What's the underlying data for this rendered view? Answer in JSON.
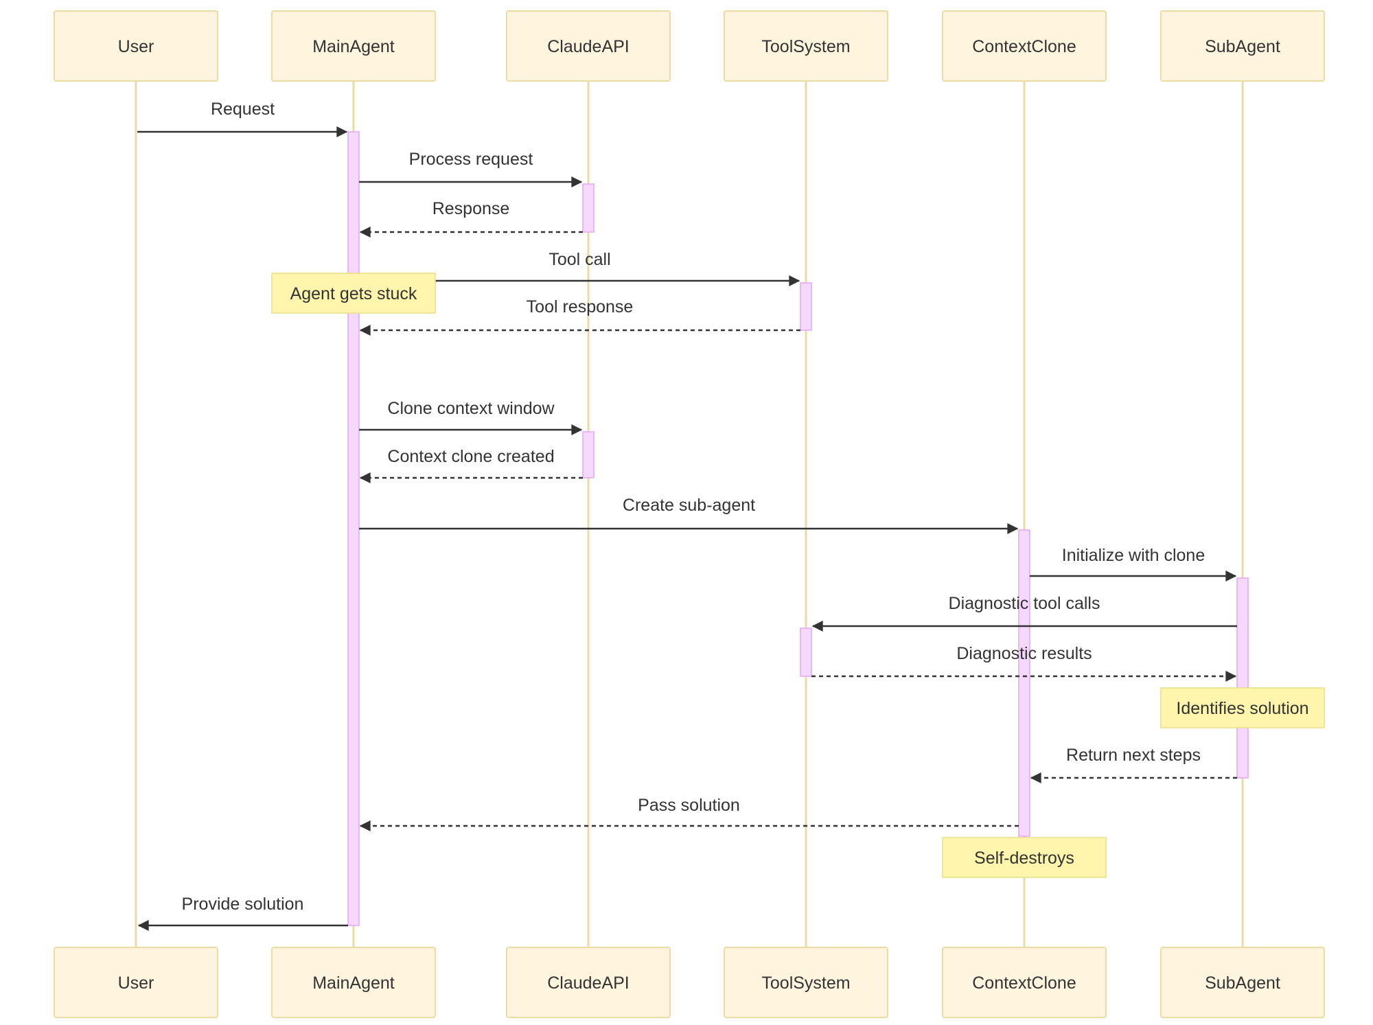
{
  "participants": [
    {
      "id": "User",
      "label": "User"
    },
    {
      "id": "MainAgent",
      "label": "MainAgent"
    },
    {
      "id": "ClaudeAPI",
      "label": "ClaudeAPI"
    },
    {
      "id": "ToolSystem",
      "label": "ToolSystem"
    },
    {
      "id": "ContextClone",
      "label": "ContextClone"
    },
    {
      "id": "SubAgent",
      "label": "SubAgent"
    }
  ],
  "messages": [
    {
      "from": "User",
      "to": "MainAgent",
      "label": "Request",
      "style": "solid"
    },
    {
      "from": "MainAgent",
      "to": "ClaudeAPI",
      "label": "Process request",
      "style": "solid"
    },
    {
      "from": "ClaudeAPI",
      "to": "MainAgent",
      "label": "Response",
      "style": "dashed"
    },
    {
      "from": "MainAgent",
      "to": "ToolSystem",
      "label": "Tool call",
      "style": "solid"
    },
    {
      "from": "ToolSystem",
      "to": "MainAgent",
      "label": "Tool response",
      "style": "dashed"
    },
    {
      "from": "MainAgent",
      "to": "ClaudeAPI",
      "label": "Clone context window",
      "style": "solid"
    },
    {
      "from": "ClaudeAPI",
      "to": "MainAgent",
      "label": "Context clone created",
      "style": "dashed"
    },
    {
      "from": "MainAgent",
      "to": "ContextClone",
      "label": "Create sub-agent",
      "style": "solid"
    },
    {
      "from": "ContextClone",
      "to": "SubAgent",
      "label": "Initialize with clone",
      "style": "solid"
    },
    {
      "from": "SubAgent",
      "to": "ToolSystem",
      "label": "Diagnostic tool calls",
      "style": "solid"
    },
    {
      "from": "ToolSystem",
      "to": "SubAgent",
      "label": "Diagnostic results",
      "style": "dashed"
    },
    {
      "from": "SubAgent",
      "to": "ContextClone",
      "label": "Return next steps",
      "style": "dashed"
    },
    {
      "from": "ContextClone",
      "to": "MainAgent",
      "label": "Pass solution",
      "style": "dashed"
    },
    {
      "from": "MainAgent",
      "to": "User",
      "label": "Provide solution",
      "style": "solid"
    }
  ],
  "notes": [
    {
      "over": "MainAgent",
      "label": "Agent gets stuck"
    },
    {
      "over": "SubAgent",
      "label": "Identifies solution"
    },
    {
      "over": "ContextClone",
      "label": "Self-destroys"
    }
  ],
  "colors": {
    "actor_fill": "#fff4dd",
    "actor_border": "#ecdba5",
    "lifeline": "#ecdba5",
    "activation_fill": "#f4d9fd",
    "activation_border": "#e4a6f6",
    "note_fill": "#fff5ad",
    "note_border": "#e8de88",
    "text": "#333333"
  }
}
